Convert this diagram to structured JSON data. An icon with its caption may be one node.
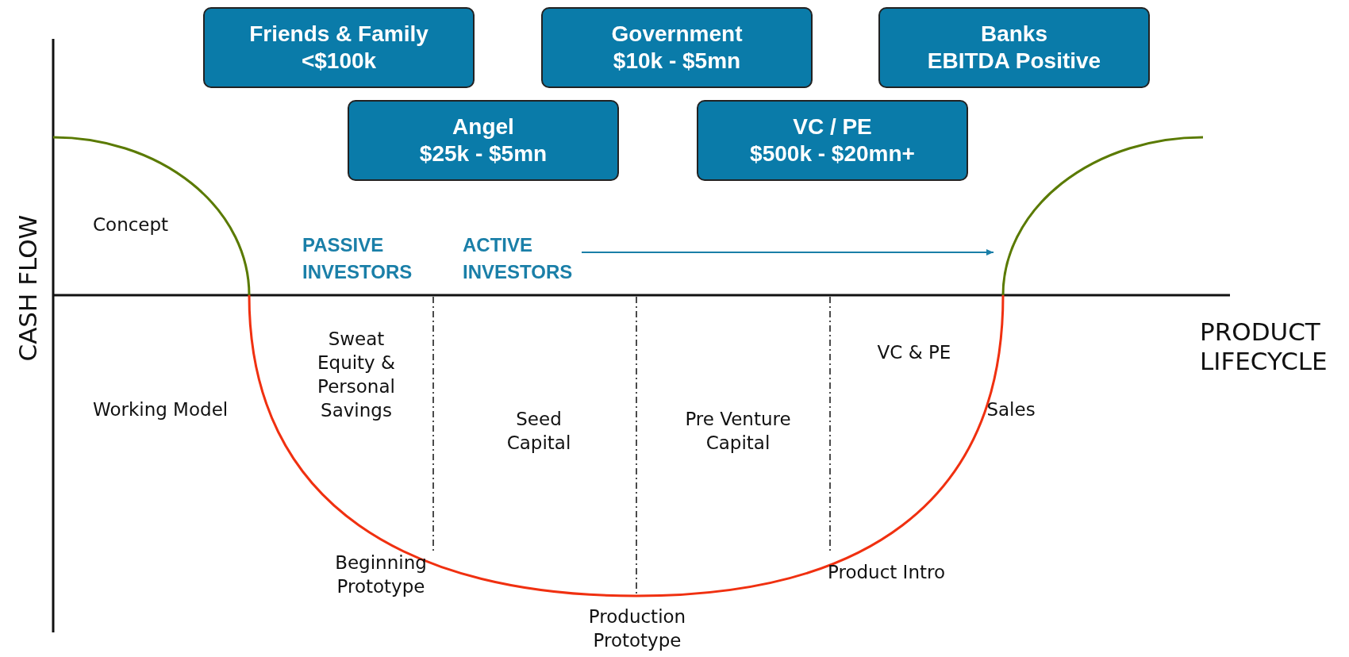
{
  "diagram": {
    "nodes": [
      {
        "text": [
          "Friends & Family",
          "<$100k"
        ]
      },
      {
        "text": [
          "Government",
          "$10k - $5mn"
        ]
      },
      {
        "text": [
          "Banks",
          "EBITDA Positive"
        ]
      },
      {
        "text": [
          "Angel",
          "$25k - $5mn"
        ]
      },
      {
        "text": [
          "VC / PE",
          "$500k - $20mn+"
        ]
      }
    ],
    "labels": [
      "CASH FLOW",
      "Concept",
      "PASSIVE INVESTORS",
      "ACTIVE INVESTORS",
      "PRODUCT LIFECYCLE",
      "VC & PE",
      "Sweat Equity & Personal Savings",
      "Working Model",
      "Sales",
      "Seed Capital",
      "Pre Venture Capital",
      "Beginning Prototype",
      "Product Intro",
      "Production Prototype"
    ]
  }
}
